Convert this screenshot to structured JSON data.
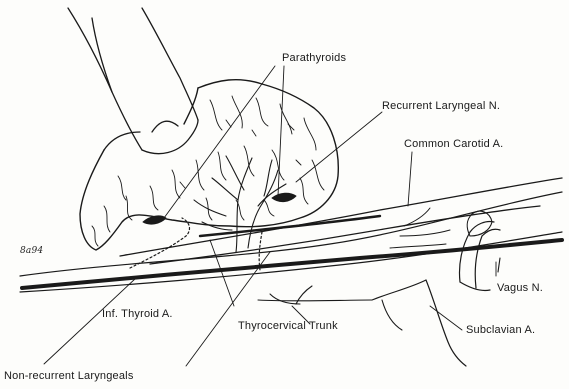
{
  "labels": {
    "parathyroids": "Parathyroids",
    "recurrent_laryngeal": "Recurrent Laryngeal N.",
    "common_carotid": "Common Carotid A.",
    "vagus": "Vagus N.",
    "subclavian": "Subclavian A.",
    "thyrocervical": "Thyrocervical Trunk",
    "inf_thyroid": "Inf. Thyroid A.",
    "non_recurrent": "Non-recurrent Laryngeals"
  },
  "signature": "8a94",
  "colors": {
    "ink": "#1a1a1a",
    "paper": "#fdfdfb"
  }
}
